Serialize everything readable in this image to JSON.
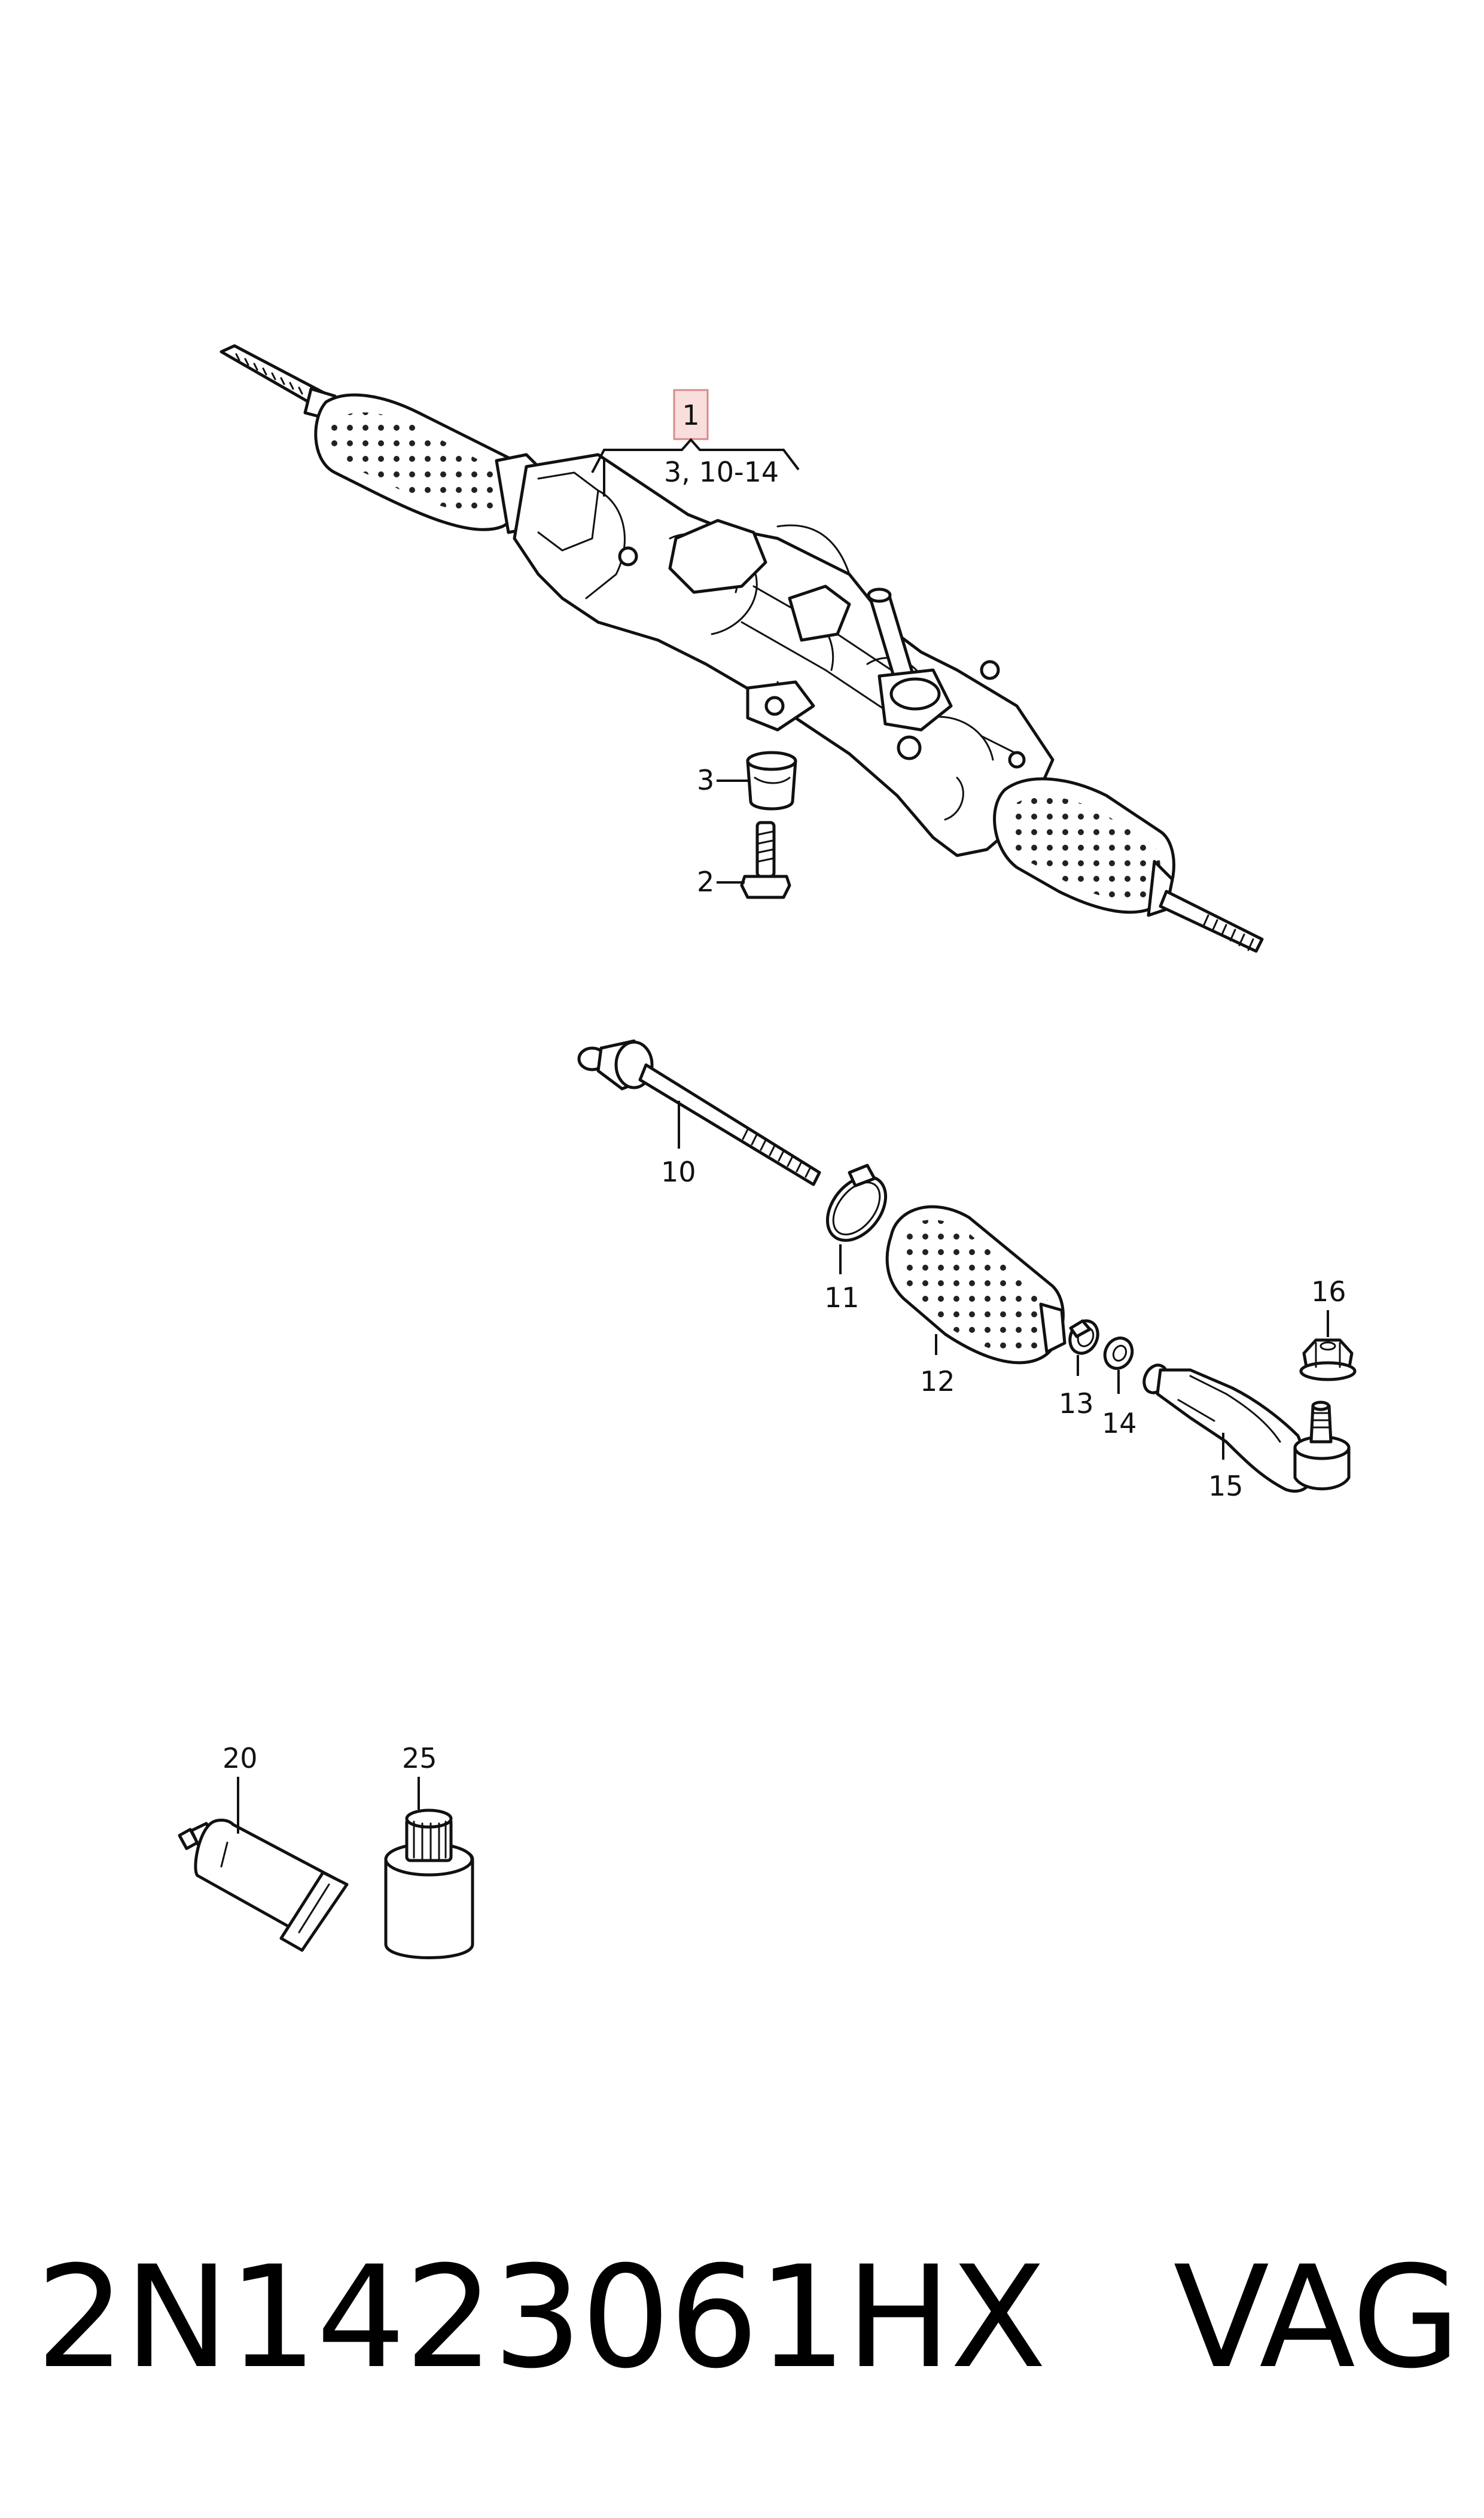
{
  "callouts": {
    "c1": "1",
    "c1_range": "3, 10-14",
    "c2": "2",
    "c3": "3",
    "c10": "10",
    "c11": "11",
    "c12": "12",
    "c13": "13",
    "c14": "14",
    "c15": "15",
    "c16": "16",
    "c20": "20",
    "c25": "25"
  },
  "footer": {
    "part_number": "2N1423061HX",
    "brand": "VAG"
  },
  "colors": {
    "line": "#111111",
    "highlight_fill": "#f9dede",
    "highlight_stroke": "#d98a8a"
  }
}
